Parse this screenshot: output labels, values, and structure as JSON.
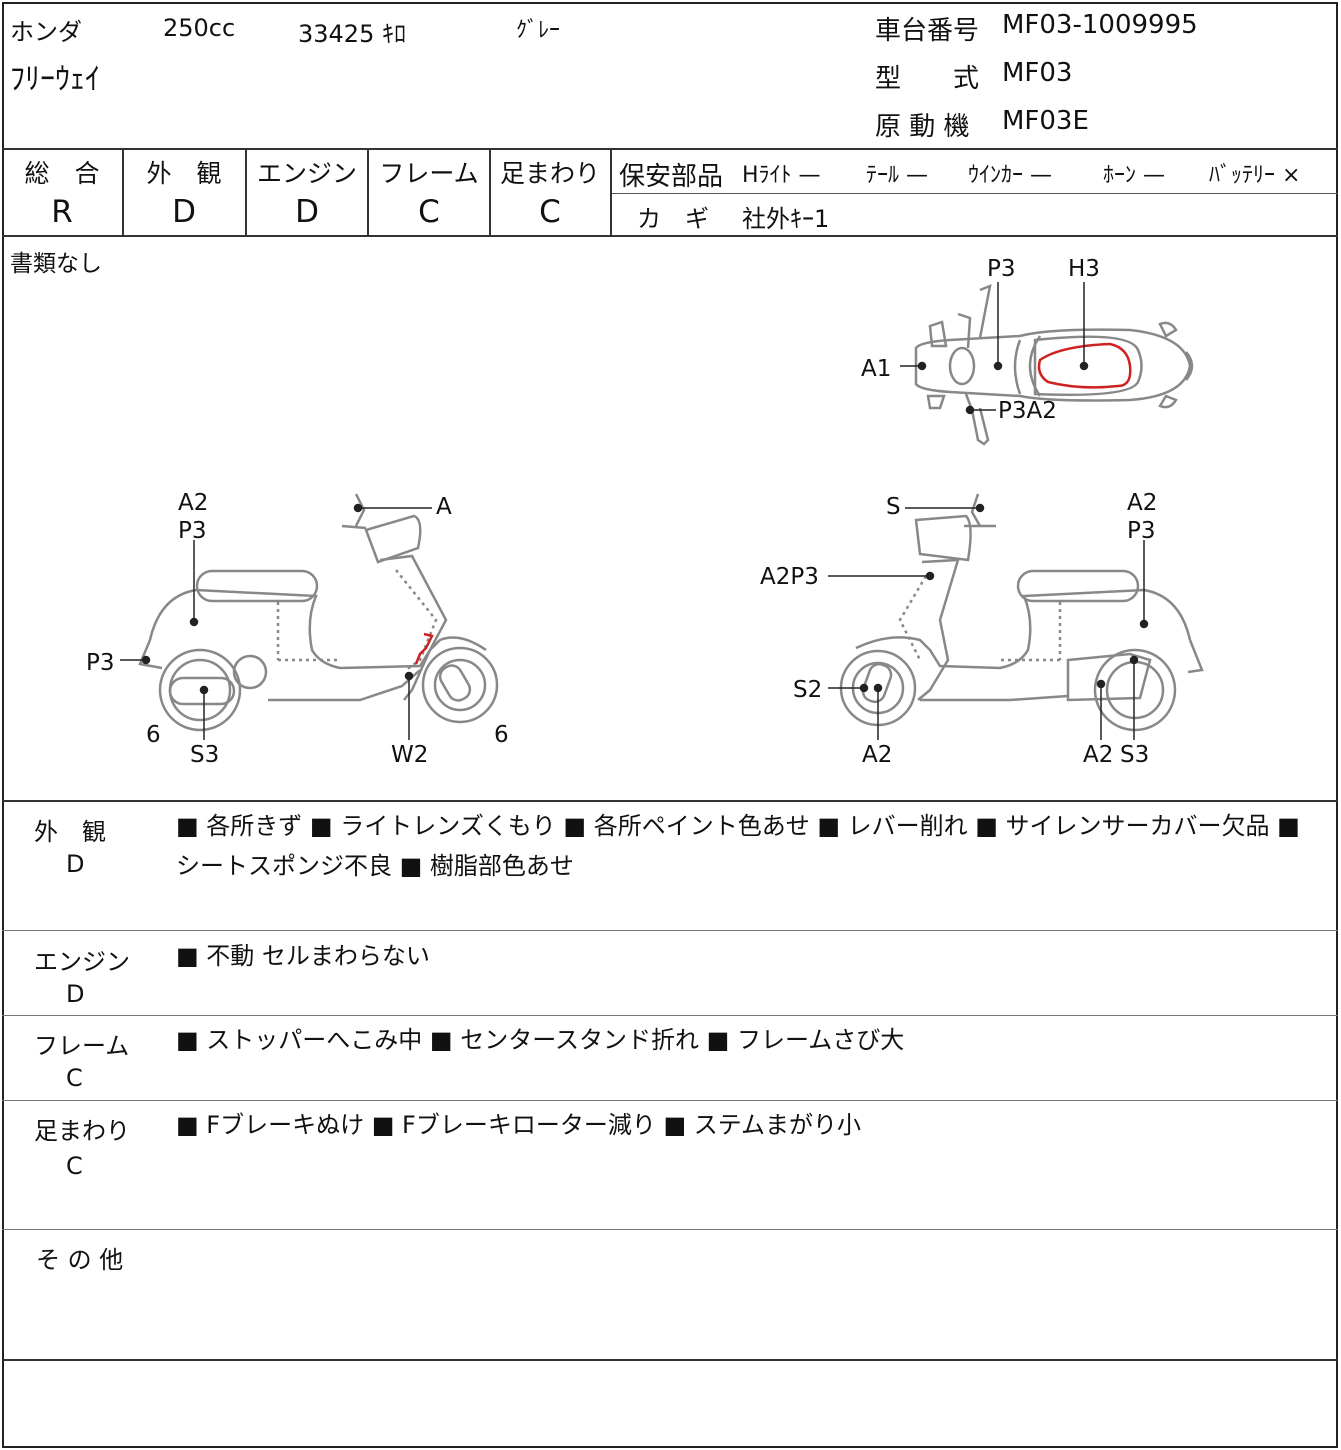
{
  "header": {
    "maker": "ホンダ",
    "displacement": "250cc",
    "mileage": "33425 ｷﾛ",
    "color": "ｸﾞﾚｰ",
    "model_name": "ﾌﾘｰｳｪｲ",
    "frame_no_label": "車台番号",
    "frame_no": "MF03-1009995",
    "type_label": "型　　式",
    "type_value": "MF03",
    "engine_label": "原 動 機",
    "engine_value": "MF03E"
  },
  "grades": [
    {
      "label": "総　合",
      "value": "R"
    },
    {
      "label": "外　観",
      "value": "D"
    },
    {
      "label": "エンジン",
      "value": "D"
    },
    {
      "label": "フレーム",
      "value": "C"
    },
    {
      "label": "足まわり",
      "value": "C"
    }
  ],
  "safety": {
    "label": "保安部品",
    "items": [
      {
        "name": "Hﾗｲﾄ",
        "mark": "—"
      },
      {
        "name": "ﾃｰﾙ",
        "mark": "—"
      },
      {
        "name": "ｳｲﾝｶｰ",
        "mark": "—"
      },
      {
        "name": "ﾎｰﾝ",
        "mark": "—"
      },
      {
        "name": "ﾊﾞｯﾃﾘｰ",
        "mark": "×"
      }
    ],
    "key_label": "カ　ギ",
    "key_value": "社外ｷｰ1"
  },
  "diagram": {
    "note": "書類なし",
    "top_view": [
      "P3",
      "H3",
      "A1",
      "P3A2"
    ],
    "left_view": [
      "A2",
      "P3",
      "A",
      "P3",
      "6",
      "S3",
      "W2",
      "6"
    ],
    "right_view": [
      "S",
      "A2",
      "P3",
      "A2P3",
      "S2",
      "A2",
      "A2",
      "S3"
    ]
  },
  "sections": [
    {
      "label": "外　観",
      "grade": "D",
      "lines": [
        "■ 各所きず ■ ライトレンズくもり ■ 各所ペイント色あせ ■ レバー削れ ■ サイレンサーカバー欠品 ■",
        "シートスポンジ不良 ■ 樹脂部色あせ"
      ]
    },
    {
      "label": "エンジン",
      "grade": "D",
      "lines": [
        "■ 不動 セルまわらない"
      ]
    },
    {
      "label": "フレーム",
      "grade": "C",
      "lines": [
        "■ ストッパーへこみ中 ■ センタースタンド折れ ■ フレームさび大"
      ]
    },
    {
      "label": "足まわり",
      "grade": "C",
      "lines": [
        "■ Fブレーキぬけ ■ Fブレーキローター減り ■ ステムまがり小"
      ]
    },
    {
      "label": "そ の 他",
      "grade": "",
      "lines": []
    }
  ]
}
